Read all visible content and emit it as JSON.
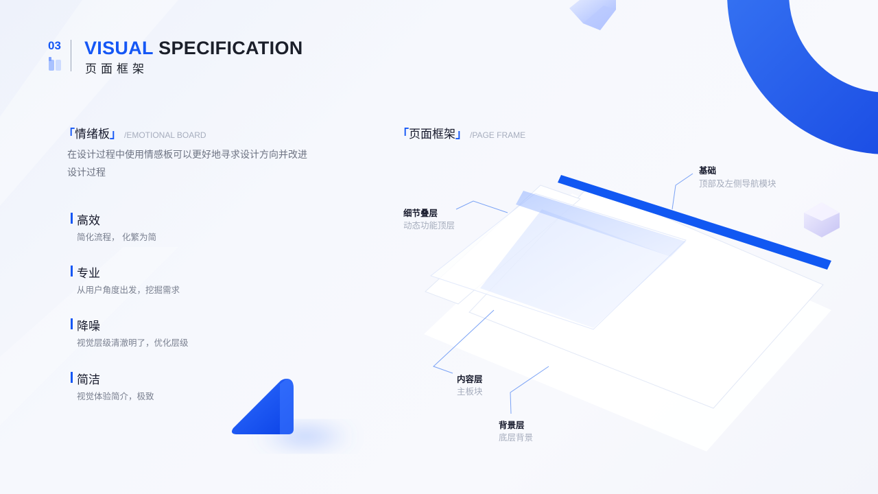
{
  "header": {
    "section_number": "03",
    "title_highlight": "VISUAL",
    "title_rest": "SPECIFICATION",
    "subtitle": "页面框架"
  },
  "emotional_board": {
    "bracket_open": "「",
    "title": "情绪板",
    "bracket_close": "」",
    "subtitle": "/EMOTIONAL BOARD",
    "description": "在设计过程中使用情感板可以更好地寻求设计方向并改进设计过程"
  },
  "features": [
    {
      "title": "高效",
      "desc": "简化流程， 化繁为简"
    },
    {
      "title": "专业",
      "desc": "从用户角度出发，挖掘需求"
    },
    {
      "title": "降噪",
      "desc": "视觉层级清澈明了，优化层级"
    },
    {
      "title": "简洁",
      "desc": "视觉体验简介，极致"
    }
  ],
  "page_frame": {
    "bracket_open": "「",
    "title": "页面框架",
    "bracket_close": "」",
    "subtitle": "/PAGE FRAME"
  },
  "layers": {
    "base": {
      "title": "基础",
      "desc": "顶部及左侧导航模块"
    },
    "detail": {
      "title": "细节叠层",
      "desc": "动态功能顶层"
    },
    "content": {
      "title": "内容层",
      "desc": "主板块"
    },
    "background": {
      "title": "背景层",
      "desc": "底层背景"
    }
  },
  "colors": {
    "accent": "#1557f5",
    "text": "#15182a",
    "muted": "#a6adbd"
  }
}
